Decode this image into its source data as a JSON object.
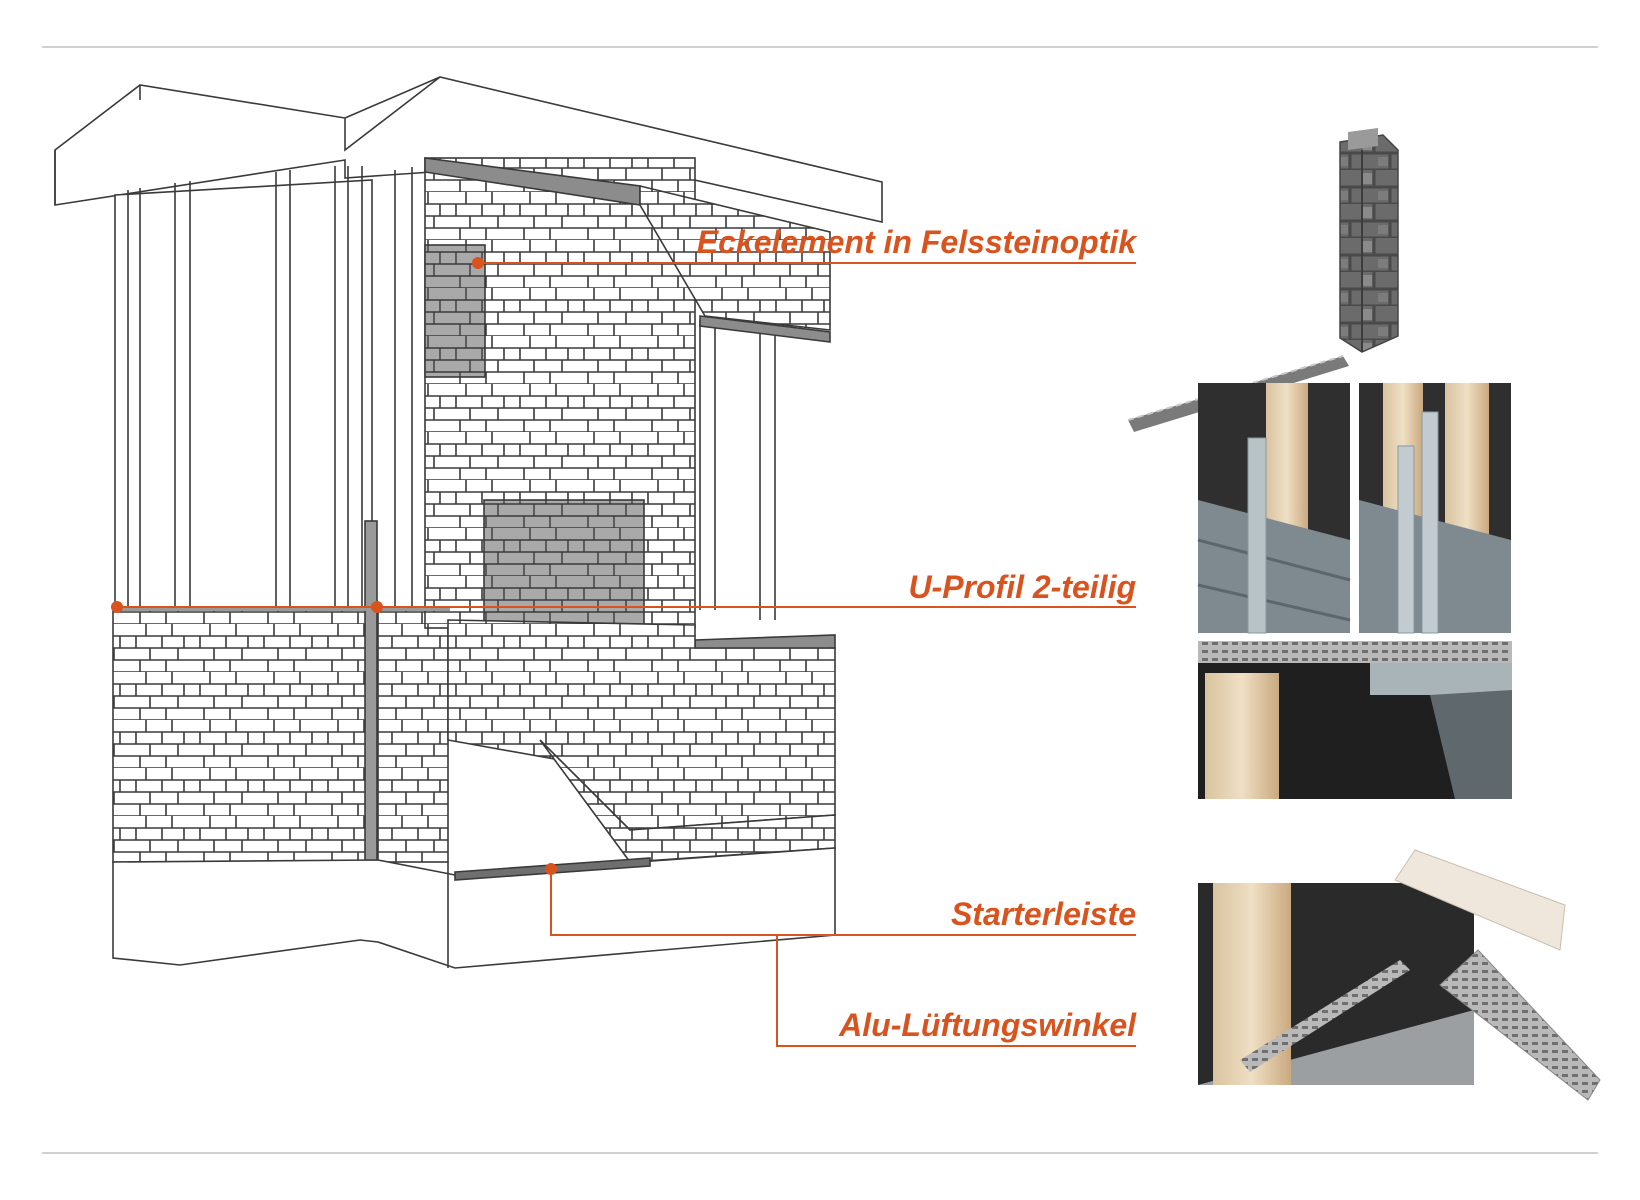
{
  "colors": {
    "accent": "#d9531e",
    "line": "#3a3a3a",
    "stone_fill": "#ffffff",
    "stone_shaded": "#a9a9a9",
    "photo_dark": "#2f2f2f",
    "rule": "#d0d0d0"
  },
  "labels": {
    "eckelement": "Eckelement in Felssteinoptik",
    "uprofil": "U-Profil 2-teilig",
    "starterleiste": "Starterleiste",
    "luftungswinkel": "Alu-Lüftungswinkel"
  },
  "images": [
    {
      "name": "corner-element-photo",
      "description_icon": "stone-corner-icon"
    },
    {
      "name": "u-profile-photo-left",
      "description_icon": "u-profile-icon"
    },
    {
      "name": "u-profile-photo-right",
      "description_icon": "u-profile-icon"
    },
    {
      "name": "u-profile-detail-photo",
      "description_icon": "u-profile-icon"
    },
    {
      "name": "starter-strip-photo",
      "description_icon": "starter-strip-icon"
    }
  ]
}
